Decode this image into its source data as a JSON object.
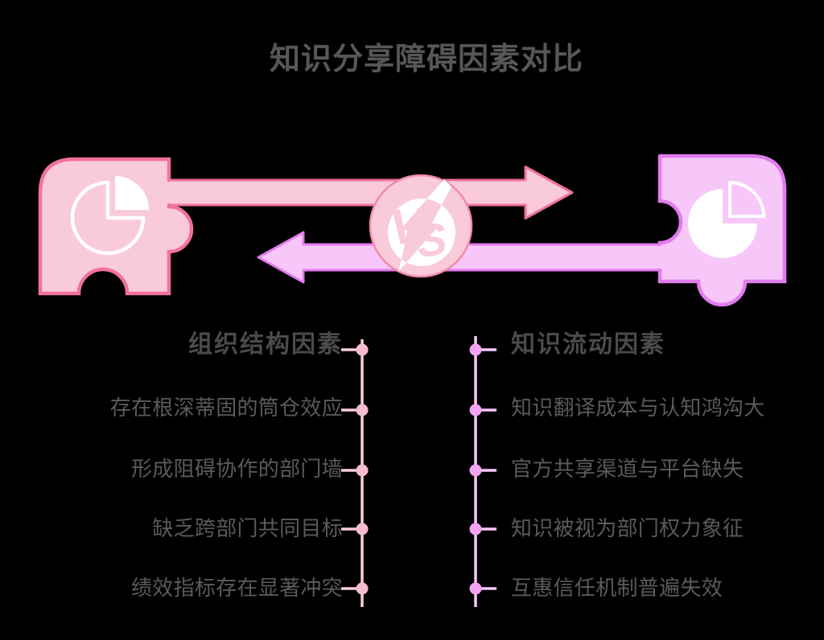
{
  "title": "知识分享障碍因素对比",
  "vs_badge": {
    "v": "V",
    "s": "S"
  },
  "columns": {
    "left": {
      "header": "组织结构因素",
      "items": [
        "存在根深蒂固的筒仓效应",
        "形成阻碍协作的部门墙",
        "缺乏跨部门共同目标",
        "绩效指标存在显著冲突"
      ]
    },
    "right": {
      "header": "知识流动因素",
      "items": [
        "知识翻译成本与认知鸿沟大",
        "官方共享渠道与平台缺失",
        "知识被视为部门权力象征",
        "互惠信任机制普遍失效"
      ]
    }
  },
  "icons": {
    "left_shape": "puzzle-piece-icon",
    "right_shape": "puzzle-piece-icon",
    "left_chart": "pie-chart-icon",
    "right_chart": "pie-chart-icon",
    "center_badge": "vs-lightning-badge-icon",
    "forward_arrow": "arrow-right-icon",
    "backward_arrow": "arrow-left-icon"
  },
  "colors": {
    "background": "#000000",
    "pink_fill": "#F9CBD8",
    "pink_border": "#F1719B",
    "magenta_fill": "#F8C7FA",
    "magenta_border": "#E27BEF",
    "left_line": "#F9CED9",
    "left_dot": "#F7BCCD",
    "right_line": "#F9C8FB",
    "right_dot": "#F4A3F3",
    "title_text": "#57575A",
    "header_text": "#4B4B4D",
    "item_text": "#5A5A5C",
    "white": "#FFFFFF"
  }
}
